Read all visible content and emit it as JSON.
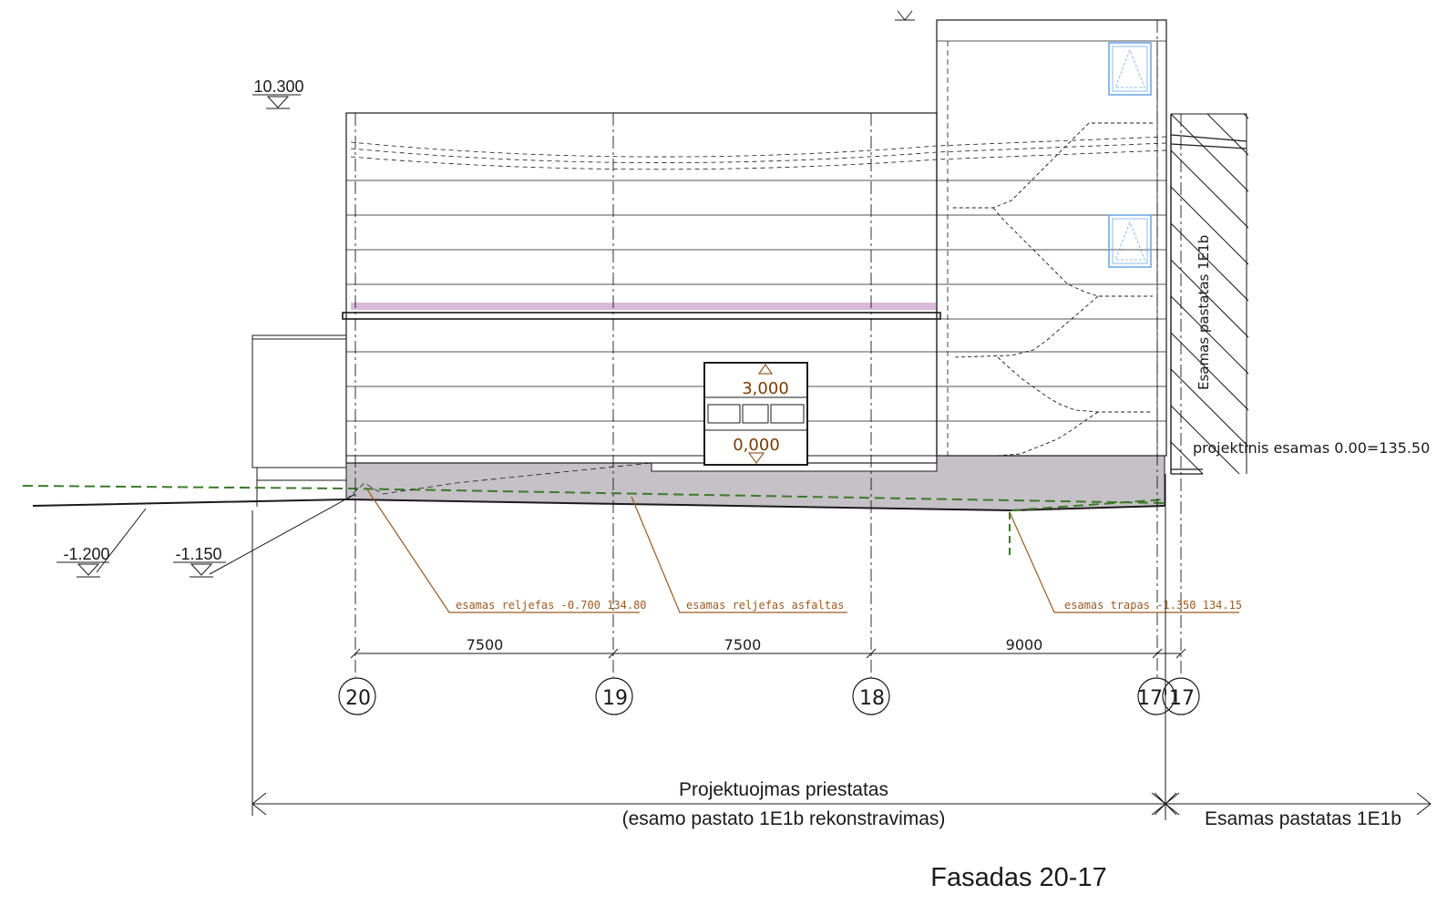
{
  "drawing": {
    "title": "Fasadas 20-17",
    "colors": {
      "line": "#1a1a1a",
      "ground_fill": "#c5c1c6",
      "leader": "#9a5a22",
      "door_text": "#7a3b00",
      "terrain_dash": "#3d7a2a",
      "window": "#6fa8e8",
      "lintel": "#d9b8d8"
    },
    "elevations": {
      "top": "10.300",
      "left_outer": "-1.200",
      "left_inner": "-1.150",
      "door_top": "3,000",
      "door_bottom": "0,000"
    },
    "existing_building_label": "Esamas pastatas 1E1b",
    "datum_label": "projektinis  esamas  0.00=135.50",
    "leader_notes": [
      "esamas reljefas -0.700 134.80",
      "esamas reljefas asfaltas",
      "esamas trapas -1.350 134.15"
    ],
    "dimensions": [
      "7500",
      "7500",
      "9000"
    ],
    "axes": [
      "20",
      "19",
      "18",
      "17'",
      "17"
    ],
    "footer": {
      "project_line1": "Projektuojmas priestatas",
      "project_line2": "(esamo pastato 1E1b rekonstravimas)",
      "existing": "Esamas pastatas 1E1b"
    }
  }
}
